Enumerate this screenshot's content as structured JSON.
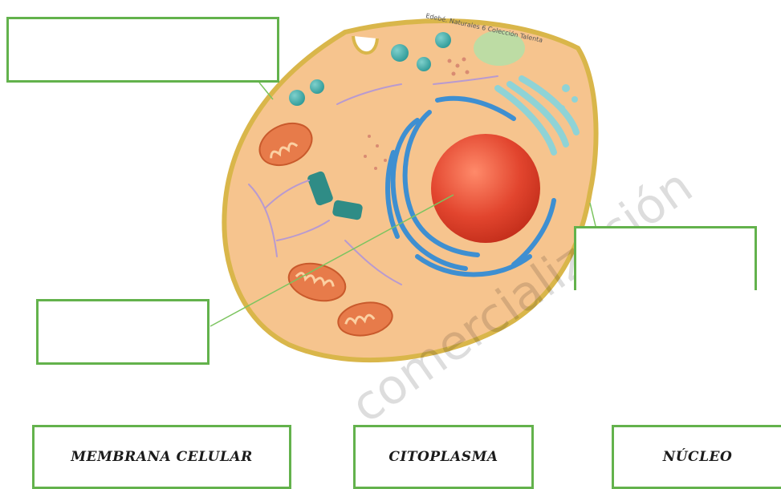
{
  "credit_text": "Edebé. Naturales 6 Colección Talenta",
  "watermark_text": "comercialización",
  "answer_boxes": [
    {
      "id": "top-left",
      "text": ""
    },
    {
      "id": "bottom-left",
      "text": ""
    },
    {
      "id": "right",
      "text": ""
    }
  ],
  "labels": [
    {
      "text": "MEMBRANA CELULAR"
    },
    {
      "text": "CITOPLASMA"
    },
    {
      "text": "NÚCLEO"
    }
  ],
  "colors": {
    "box_border": "#63b24c",
    "cell_membrane": "#d9b64a",
    "cytoplasm": "#f6c48e",
    "nucleus": "#e2452e",
    "endoplasmic_reticulum": "#3e8fd1"
  }
}
